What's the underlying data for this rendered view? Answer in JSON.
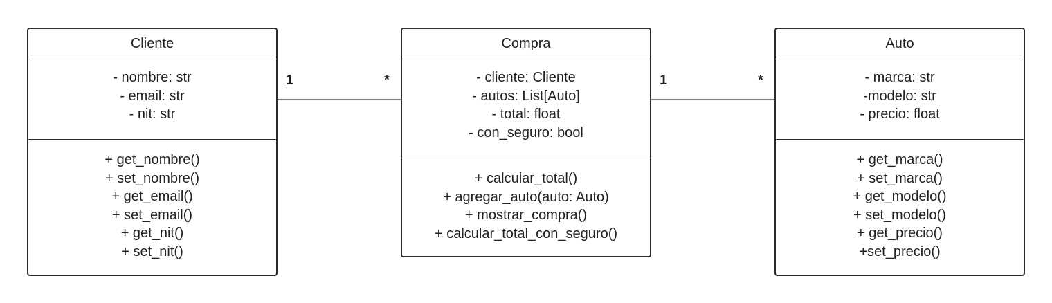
{
  "classes": {
    "cliente": {
      "name": "Cliente",
      "attributes": [
        "- nombre: str",
        "- email: str",
        "- nit: str"
      ],
      "methods": [
        "+ get_nombre()",
        "+ set_nombre()",
        "+ get_email()",
        "+ set_email()",
        "+ get_nit()",
        "+ set_nit()"
      ]
    },
    "compra": {
      "name": "Compra",
      "attributes": [
        "- cliente: Cliente",
        "- autos: List[Auto]",
        "- total: float",
        "- con_seguro: bool"
      ],
      "methods": [
        "+ calcular_total()",
        "+ agregar_auto(auto: Auto)",
        "+ mostrar_compra()",
        "+ calcular_total_con_seguro()"
      ]
    },
    "auto": {
      "name": "Auto",
      "attributes": [
        "- marca: str",
        "-modelo: str",
        "- precio: float"
      ],
      "methods": [
        "+ get_marca()",
        "+ set_marca()",
        "+ get_modelo()",
        "+ set_modelo()",
        "+ get_precio()",
        "+set_precio()"
      ]
    }
  },
  "associations": [
    {
      "from": "Cliente",
      "to": "Compra",
      "from_multiplicity": "1",
      "to_multiplicity": "*"
    },
    {
      "from": "Compra",
      "to": "Auto",
      "from_multiplicity": "1",
      "to_multiplicity": "*"
    }
  ],
  "colors": {
    "line": "#2b2b2b",
    "text": "#222222",
    "background": "#ffffff"
  }
}
